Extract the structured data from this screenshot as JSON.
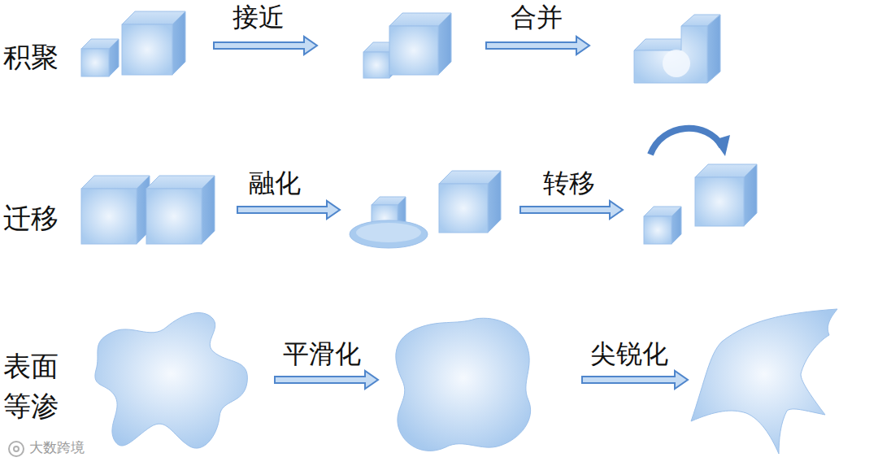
{
  "diagram": {
    "labels": [
      "积聚",
      "接近",
      "合并",
      "迁移",
      "融化",
      "转移",
      "表面 等渗",
      "平滑化",
      "尖锐化",
      "大数跨境"
    ]
  }
}
